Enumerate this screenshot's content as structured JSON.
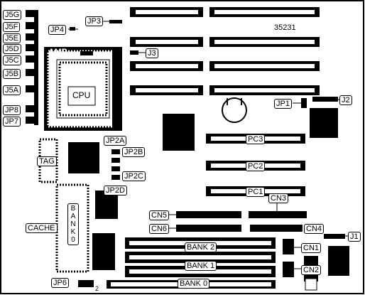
{
  "board_number": "35231",
  "left_jumpers": [
    "J5G",
    "J5F",
    "J5E",
    "J5D",
    "J5C",
    "J5B",
    "J5A",
    "JP8",
    "JP7"
  ],
  "top_labels": {
    "jp3": "JP3",
    "jp4": "JP4",
    "j3": "J3"
  },
  "cpu": {
    "socket_label": "AMP",
    "chip_label": "CPU"
  },
  "right_labels": {
    "jp1": "JP1",
    "j2": "J2",
    "j1": "J1"
  },
  "middle_jumpers": {
    "jp2a": "JP2A",
    "jp2b": "JP2B",
    "jp2c": "JP2C",
    "jp2d": "JP2D"
  },
  "tag_label": "TAG",
  "cache_label": "CACHE",
  "bank0_vertical": [
    "B",
    "A",
    "N",
    "K",
    "0"
  ],
  "pci_slots": [
    "PC3",
    "PC2",
    "PC1"
  ],
  "connectors": {
    "cn1": "CN1",
    "cn2": "CN2",
    "cn3": "CN3",
    "cn4": "CN4",
    "cn5": "CN5",
    "cn6": "CN6"
  },
  "memory_banks": [
    "BANK 2",
    "BANK 1",
    "BANK 0"
  ],
  "bottom_labels": {
    "jp6": "JP6",
    "pin2": "2"
  }
}
